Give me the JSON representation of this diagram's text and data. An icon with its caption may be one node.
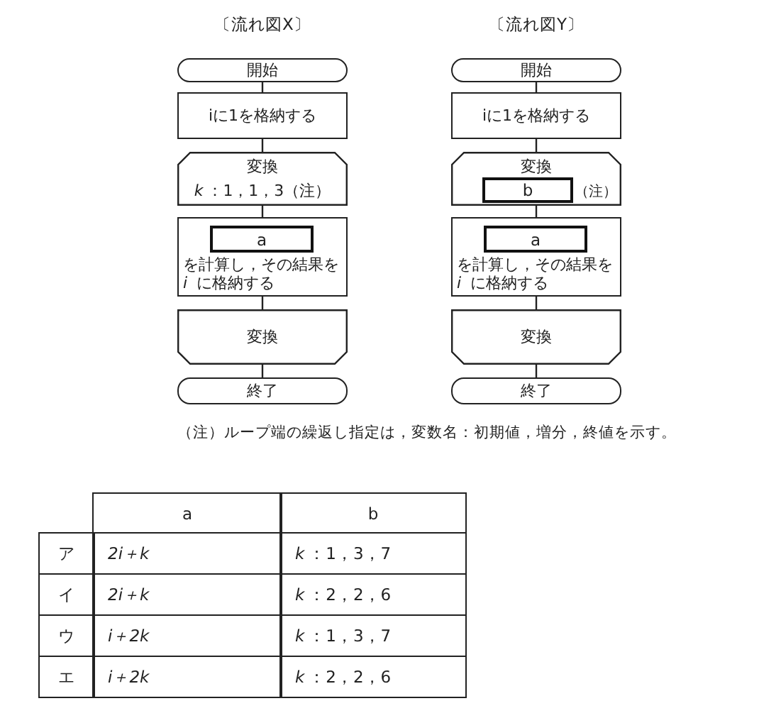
{
  "diagram": {
    "nodes": [
      {
        "text": [
          "開始"
        ]
      },
      {
        "text": [
          "iに1を格納する"
        ]
      },
      {
        "text": [
          "変換",
          "*k*：1，1，3（注）"
        ]
      },
      {
        "text": [
          "を計算し，その結果を *i* に格納する"
        ]
      },
      {
        "text": [
          "a"
        ],
        "in": 3
      },
      {
        "text": [
          "変換"
        ]
      },
      {
        "text": [
          "終了"
        ]
      },
      {
        "text": [
          "開始"
        ]
      },
      {
        "text": [
          "iに1を格納する"
        ]
      },
      {
        "text": [
          "変換"
        ]
      },
      {
        "text": [
          "b"
        ],
        "in": 9,
        "beside": [
          "（注）"
        ]
      },
      {
        "text": [
          "を計算し，その結果を *i* に格納する"
        ]
      },
      {
        "text": [
          "a"
        ],
        "in": 11
      },
      {
        "text": [
          "変換"
        ]
      },
      {
        "text": [
          "終了"
        ]
      }
    ],
    "edges": [
      {
        "from": 0,
        "to": 1,
        "arrow": "none"
      },
      {
        "from": 1,
        "to": 2,
        "arrow": "none"
      },
      {
        "from": 2,
        "to": 3,
        "arrow": "none"
      },
      {
        "from": 3,
        "to": 5,
        "arrow": "none"
      },
      {
        "from": 5,
        "to": 6,
        "arrow": "none"
      },
      {
        "from": 7,
        "to": 8,
        "arrow": "none"
      },
      {
        "from": 8,
        "to": 9,
        "arrow": "none"
      },
      {
        "from": 9,
        "to": 11,
        "arrow": "none"
      },
      {
        "from": 11,
        "to": 13,
        "arrow": "none"
      },
      {
        "from": 13,
        "to": 14,
        "arrow": "none"
      }
    ],
    "labels": [
      "〔流れ図X〕",
      "〔流れ図Y〕",
      "（注）ループ端の繰返し指定は，変数名：初期値，増分，終値を示す。",
      "a",
      "b",
      "ア",
      "2i＋k",
      "*k*：1，3，7",
      "イ",
      "2i＋k",
      "*k*：2，2，6",
      "ウ",
      "i＋2k",
      "*k*：1，3，7",
      "エ",
      "i＋2k",
      "*k*：2，2，6"
    ]
  }
}
